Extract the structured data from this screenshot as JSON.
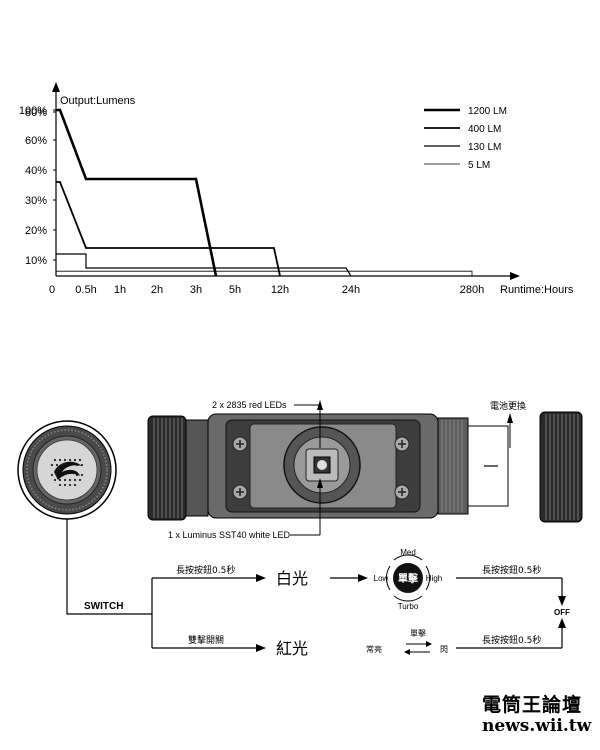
{
  "chart_data": {
    "type": "line",
    "title": "",
    "ylabel": "Output:Lumens",
    "xlabel": "Runtime:Hours",
    "x_ticks": [
      "0",
      "0.5h",
      "1h",
      "2h",
      "3h",
      "5h",
      "12h",
      "24h",
      "280h"
    ],
    "y_ticks": [
      "10%",
      "20%",
      "30%",
      "40%",
      "60%",
      "80%",
      "100%"
    ],
    "y_tick_values": [
      10,
      20,
      30,
      40,
      60,
      80,
      100
    ],
    "ylim": [
      0,
      100
    ],
    "legend_position": "top-right",
    "series": [
      {
        "name": "1200 LM",
        "line_weight": "heaviest",
        "points": [
          [
            "0",
            100
          ],
          [
            "0.1h",
            100
          ],
          [
            "0.5h",
            37
          ],
          [
            "3h",
            37
          ],
          [
            "4h",
            0
          ]
        ]
      },
      {
        "name": "400 LM",
        "line_weight": "heavy",
        "points": [
          [
            "0",
            36
          ],
          [
            "0.1h",
            36
          ],
          [
            "0.5h",
            14
          ],
          [
            "11h",
            14
          ],
          [
            "12h",
            0
          ]
        ]
      },
      {
        "name": "130 LM",
        "line_weight": "medium",
        "points": [
          [
            "0",
            12
          ],
          [
            "0.5h",
            12
          ],
          [
            "0.5h",
            5
          ],
          [
            "23h",
            5
          ],
          [
            "24h",
            0
          ]
        ]
      },
      {
        "name": "5 LM",
        "line_weight": "light",
        "points": [
          [
            "0",
            3
          ],
          [
            "280h",
            3
          ],
          [
            "280h",
            0
          ]
        ]
      }
    ]
  },
  "diagram": {
    "red_led_label": "2 x 2835 red LEDs",
    "white_led_label": "1 x Luminus SST40 white LED",
    "battery_label": "電池更換",
    "switch_label": "SWITCH",
    "top_branch_label": "長按按鈕0.5秒",
    "bottom_branch_label": "雙擊開關",
    "white_light": "白光",
    "red_light": "紅光",
    "click_label": "單擊",
    "mode_med": "Med",
    "mode_low": "Low",
    "mode_high": "High",
    "mode_turbo": "Turbo",
    "hold_top_right": "長按按鈕0.5秒",
    "hold_bottom_right": "長按按鈕0.5秒",
    "off_label": "OFF",
    "steady_label": "常亮",
    "flash_label": "閃",
    "single_click_label": "單擊"
  },
  "watermark": {
    "line1": "電筒王論壇",
    "line2": "news.wii.tw"
  }
}
